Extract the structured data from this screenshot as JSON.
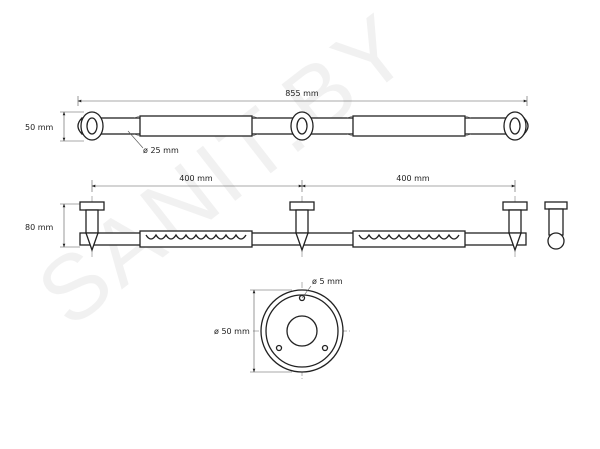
{
  "watermark": "SANIT.BY",
  "dimensions": {
    "overall_length": "855 mm",
    "rosette_height_top": "50 mm",
    "tube_diameter": "ø 25 mm",
    "spacing_left": "400 mm",
    "spacing_right": "400 mm",
    "depth": "80 mm",
    "screw_hole": "ø 5 mm",
    "rosette_diameter": "ø 50 mm"
  }
}
